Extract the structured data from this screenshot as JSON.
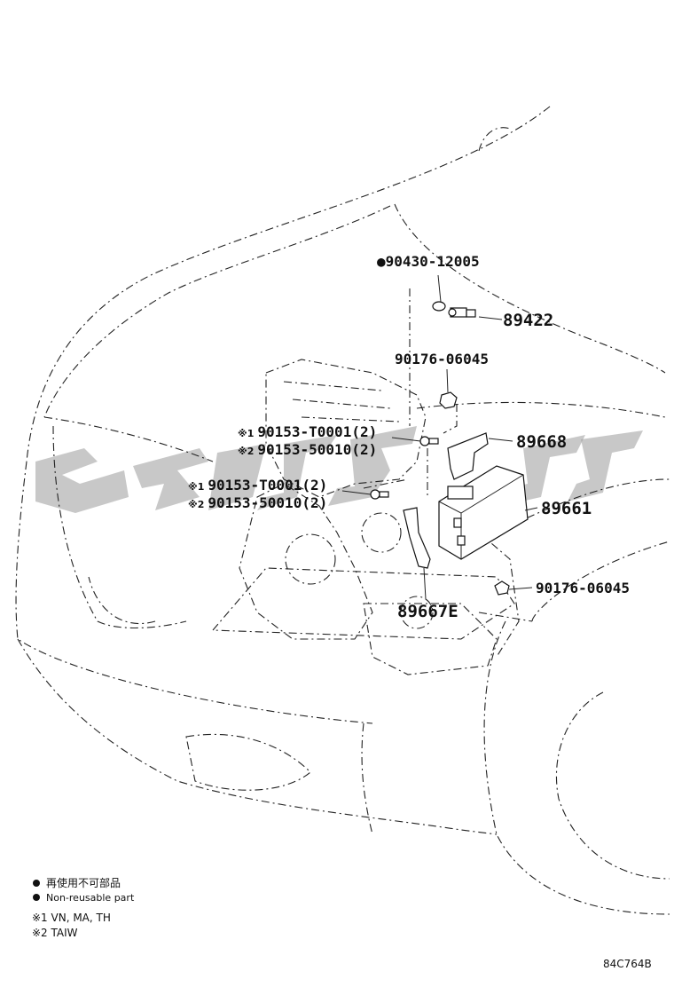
{
  "diagram": {
    "parts": [
      {
        "id": "p1",
        "prefix": "●",
        "number": "90430-12005"
      },
      {
        "id": "p2",
        "prefix": "",
        "number": "89422"
      },
      {
        "id": "p3",
        "prefix": "",
        "number": "90176-06045"
      },
      {
        "id": "p4",
        "prefix": "※1",
        "number": "90153-T0001(2)"
      },
      {
        "id": "p5",
        "prefix": "※2",
        "number": "90153-50010(2)"
      },
      {
        "id": "p6",
        "prefix": "",
        "number": "89668"
      },
      {
        "id": "p7",
        "prefix": "※1",
        "number": "90153-T0001(2)"
      },
      {
        "id": "p8",
        "prefix": "※2",
        "number": "90153-50010(2)"
      },
      {
        "id": "p9",
        "prefix": "",
        "number": "89661"
      },
      {
        "id": "p10",
        "prefix": "",
        "number": "90176-06045"
      },
      {
        "id": "p11",
        "prefix": "",
        "number": "89667E"
      }
    ],
    "legend": {
      "nonreusable_symbol": "●",
      "nonreusable_jp": "再使用不可部品",
      "nonreusable_en": "Non-reusable part",
      "note1": "※1 VN, MA, TH",
      "note2": "※2 TAIW"
    },
    "diagram_code": "84C764B"
  }
}
